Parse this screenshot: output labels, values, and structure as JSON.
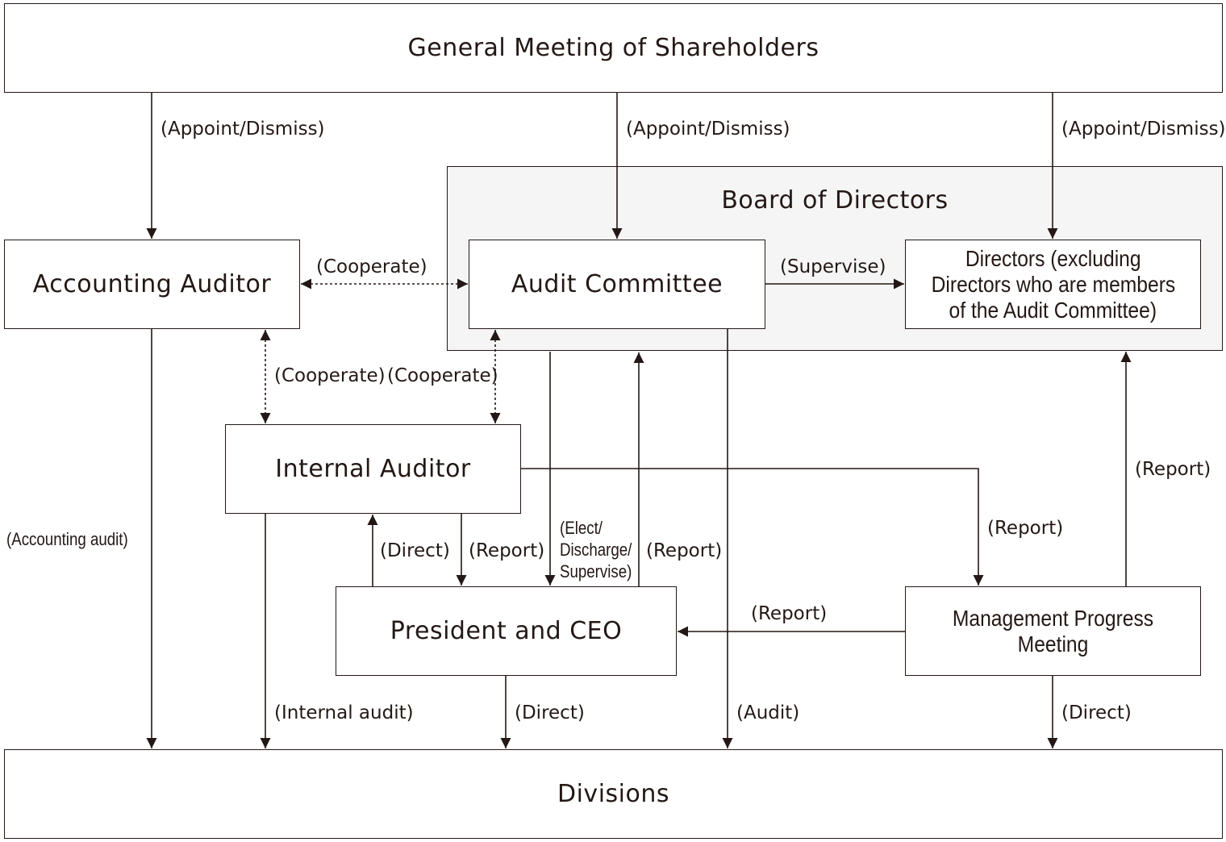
{
  "nodes": {
    "shareholders": "General Meeting of Shareholders",
    "board": "Board of Directors",
    "accounting_auditor": "Accounting Auditor",
    "audit_committee": "Audit Committee",
    "directors": "Directors (excluding Directors who are members of the Audit Committee)",
    "directors_lines": [
      "Directors (excluding",
      "Directors who are members",
      "of the Audit Committee)"
    ],
    "internal_auditor": "Internal Auditor",
    "president": "President and CEO",
    "management_meeting": "Management Progress Meeting",
    "divisions": "Divisions"
  },
  "labels": {
    "appoint_left": "(Appoint/Dismiss)",
    "appoint_center": "(Appoint/Dismiss)",
    "appoint_right": "(Appoint/Dismiss)",
    "cooperate_top": "(Cooperate)",
    "supervise": "(Supervise)",
    "cooperate_left": "(Cooperate)",
    "cooperate_right": "(Cooperate)",
    "report_internal_to_meeting": "(Report)",
    "report_meeting_to_board": "(Report)",
    "accounting_audit": "(Accounting audit)",
    "direct_ceo_to_internal": "(Direct)",
    "report_internal_to_ceo": "(Report)",
    "elect_lines": [
      "(Elect/",
      "Discharge/",
      "Supervise)"
    ],
    "report_ceo_to_committee": "(Report)",
    "report_meeting_to_ceo": "(Report)",
    "internal_audit": "(Internal audit)",
    "direct_ceo_to_divisions": "(Direct)",
    "audit": "(Audit)",
    "direct_meeting_to_divisions": "(Direct)"
  },
  "colors": {
    "line": "#231815",
    "group_fill": "#f5f5f5"
  }
}
